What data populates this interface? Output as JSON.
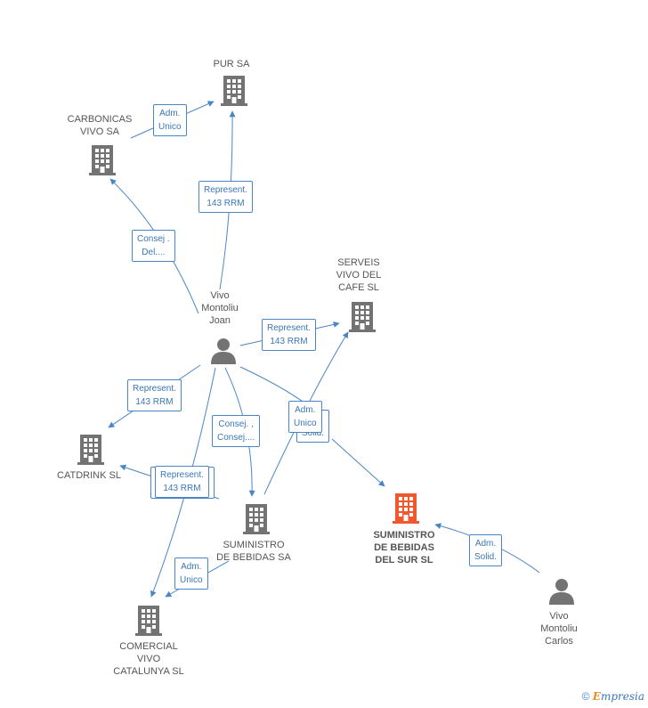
{
  "colors": {
    "edge": "#4a86c5",
    "building": "#737373",
    "building_highlight": "#f0582e",
    "person": "#737373"
  },
  "nodes": {
    "pur_sa": {
      "label": "PUR SA",
      "icon": "building-icon"
    },
    "carbonicas": {
      "label": "CARBONICAS\nVIVO SA",
      "icon": "building-icon"
    },
    "serveis": {
      "label": "SERVEIS\nVIVO DEL\nCAFE  SL",
      "icon": "building-icon"
    },
    "joan": {
      "label": "Vivo\nMontoliu\nJoan",
      "icon": "person-icon"
    },
    "catdrink": {
      "label": "CATDRINK  SL",
      "icon": "building-icon"
    },
    "sum_sa": {
      "label": "SUMINISTRO\nDE BEBIDAS SA",
      "icon": "building-icon"
    },
    "sum_sl": {
      "label": "SUMINISTRO\nDE BEBIDAS\nDEL SUR SL",
      "icon": "building-icon"
    },
    "comercial": {
      "label": "COMERCIAL\nVIVO\nCATALUNYA  SL",
      "icon": "building-icon"
    },
    "carlos": {
      "label": "Vivo\nMontoliu\nCarlos",
      "icon": "person-icon"
    }
  },
  "edge_labels": {
    "adm_unico_1": "Adm.\nUnico",
    "represent_pur": "Represent.\n143 RRM",
    "consej_del": "Consej .\nDel....",
    "represent_serveis": "Represent.\n143 RRM",
    "represent_catdrink": "Represent.\n143 RRM",
    "consej_consej": "Consej. ,\nConsej....",
    "solid": "Solid.",
    "adm_unico_2": "Adm.\nUnico",
    "represent_comercial": "Represent.\n143 RRM",
    "adm_unico_3": "Adm.\nUnico",
    "adm_solid": "Adm.\nSolid."
  },
  "footer": {
    "copyright": "©",
    "brand_initial": "E",
    "brand_rest": "mpresia"
  }
}
